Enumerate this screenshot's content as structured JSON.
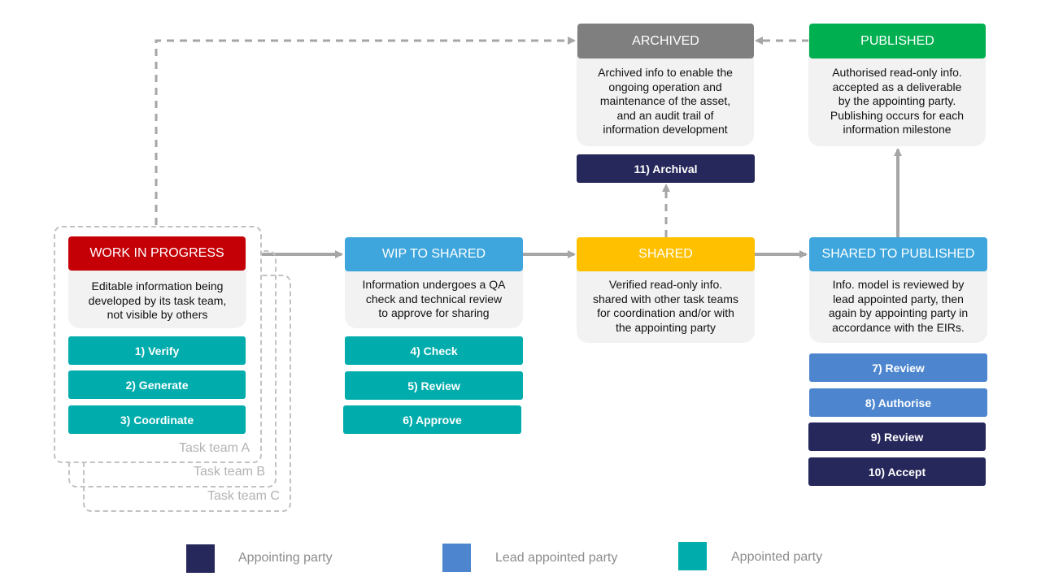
{
  "colors": {
    "wip": "#c40006",
    "wip_to_shared": "#3ea6dd",
    "shared": "#ffc000",
    "shared_to_published": "#3ea6dd",
    "archived": "#7f7f7f",
    "published": "#00b050",
    "appointing_party": "#26275a",
    "lead_appointed_party": "#4d86cf",
    "appointed_party": "#00acac",
    "connector": "#a6a6a6"
  },
  "teams": [
    "Task team A",
    "Task team B",
    "Task team C"
  ],
  "states": {
    "wip": {
      "title": "WORK IN PROGRESS",
      "desc": [
        "Editable information being",
        "developed by its task team,",
        "not visible by others"
      ]
    },
    "wip_to_shared": {
      "title": "WIP TO SHARED",
      "desc": [
        "Information undergoes a QA",
        "check and technical review",
        "to approve for sharing"
      ]
    },
    "shared": {
      "title": "SHARED",
      "desc": [
        "Verified read-only info.",
        "shared with other task teams",
        "for coordination and/or with",
        "the appointing party"
      ]
    },
    "shared_to_published": {
      "title": "SHARED TO PUBLISHED",
      "desc": [
        "Info. model is reviewed by",
        "lead appointed party, then",
        "again by appointing party in",
        "accordance with the EIRs."
      ]
    },
    "archived": {
      "title": "ARCHIVED",
      "desc": [
        "Archived info to enable the",
        "ongoing operation and",
        "maintenance of the asset,",
        "and an audit trail of",
        "information development"
      ]
    },
    "published": {
      "title": "PUBLISHED",
      "desc": [
        "Authorised read-only info.",
        "accepted as a deliverable",
        "by the appointing party.",
        "Publishing occurs for each",
        "information milestone"
      ]
    }
  },
  "steps": {
    "verify": "1) Verify",
    "generate": "2) Generate",
    "coordinate": "3) Coordinate",
    "check": "4) Check",
    "review_5": "5) Review",
    "approve": "6) Approve",
    "review_7": "7) Review",
    "authorise": "8) Authorise",
    "review_9": "9) Review",
    "accept": "10) Accept",
    "archival": "11) Archival"
  },
  "legend": {
    "appointing_party": "Appointing party",
    "lead_appointed_party": "Lead appointed party",
    "appointed_party": "Appointed party"
  }
}
